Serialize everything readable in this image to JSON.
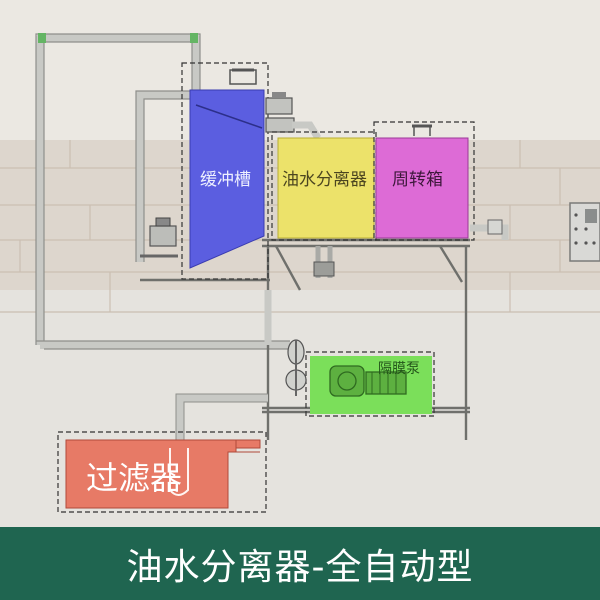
{
  "labels": {
    "buffer_tank": "缓冲槽",
    "oil_water_separator": "油水分离器",
    "turnover_box": "周转箱",
    "diaphragm_pump": "隔膜泵",
    "filter": "过滤器"
  },
  "banner": {
    "title": "油水分离器-全自动型"
  },
  "colors": {
    "buffer_tank": "#5b5ee0",
    "oil_water_separator": "#ece26a",
    "turnover_box": "#dd6bd6",
    "diaphragm_pump": "#7bdf5a",
    "filter": "#e77a66",
    "banner": "#1f6550",
    "pipe": "#cfd0cc"
  }
}
